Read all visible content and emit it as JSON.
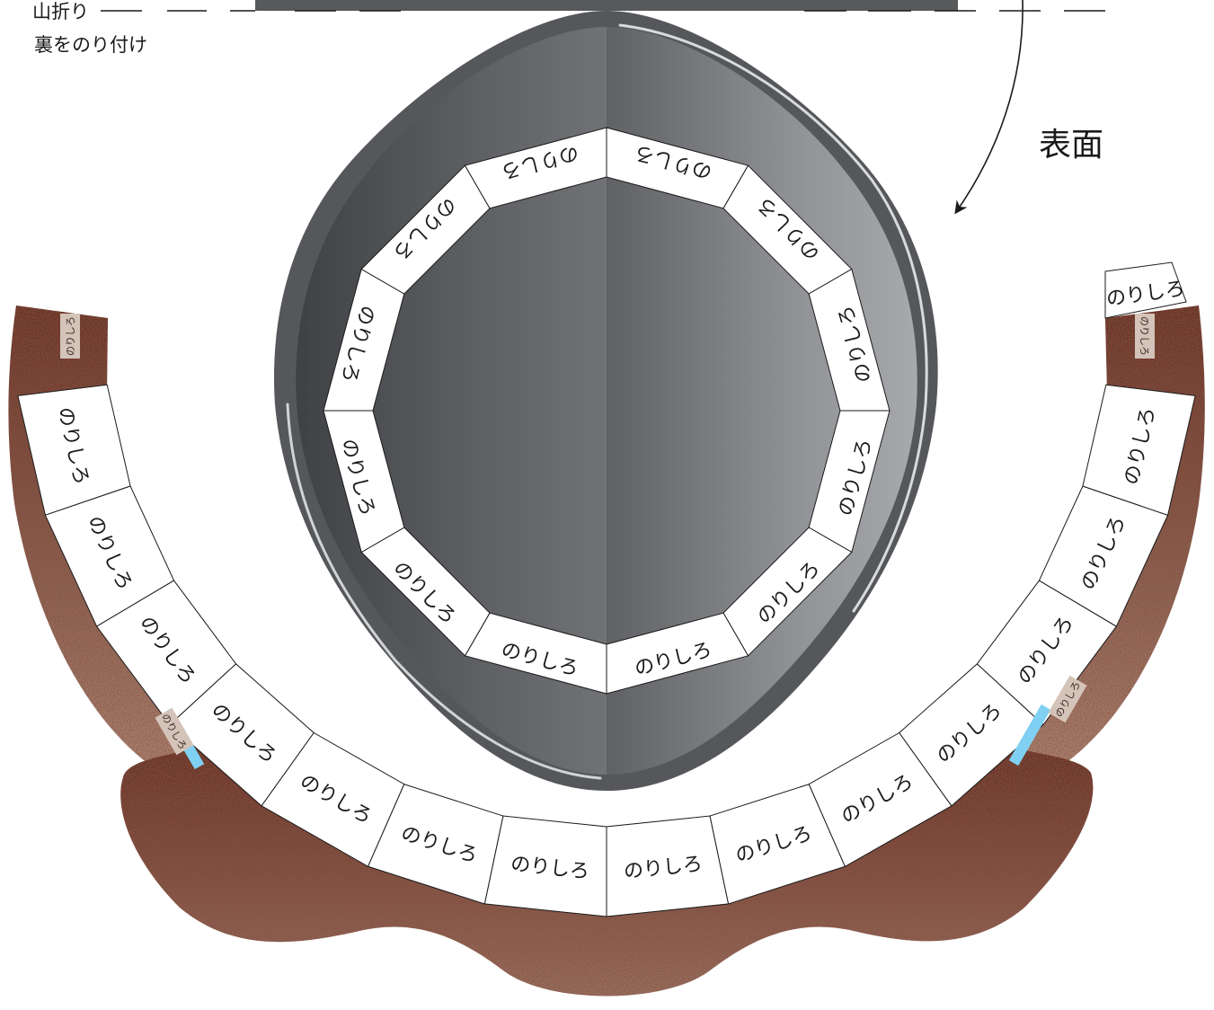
{
  "labels": {
    "mountain_fold": "山折り",
    "glue_back": "裏をのり付け",
    "front_face": "表面",
    "glue_tab": "のりしろ"
  },
  "colors": {
    "clay_dark": "#5a2a20",
    "clay_light": "#b08a78",
    "rim_dark": "#3f4145",
    "rim_light": "#a7a9ad",
    "highlight_blue": "#7fd0f2",
    "tab_fill": "#ffffff",
    "line": "#1a1a1a"
  },
  "inner_ring": {
    "tab_count": 12
  },
  "outer_arc": {
    "tab_count": 14
  }
}
